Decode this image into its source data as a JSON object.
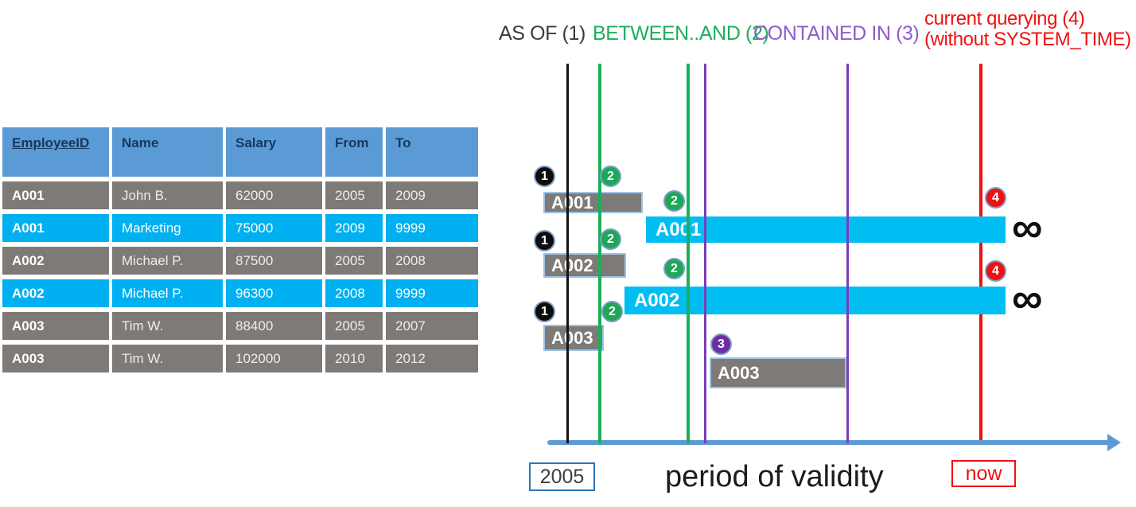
{
  "table": {
    "headers": [
      "EmployeeID",
      "Name",
      "Salary",
      "From",
      "To"
    ],
    "rows": [
      [
        "A001",
        "John B.",
        "62000",
        "2005",
        "2009"
      ],
      [
        "A001",
        "Marketing",
        "75000",
        "2009",
        "9999"
      ],
      [
        "A002",
        "Michael P.",
        "87500",
        "2005",
        "2008"
      ],
      [
        "A002",
        "Michael P.",
        "96300",
        "2008",
        "9999"
      ],
      [
        "A003",
        "Tim W.",
        "88400",
        "2005",
        "2007"
      ],
      [
        "A003",
        "Tim W.",
        "102000",
        "2010",
        "2012"
      ]
    ],
    "row_styles": [
      "gray",
      "cyan",
      "gray",
      "cyan",
      "gray",
      "gray"
    ]
  },
  "legend": {
    "as_of": "AS OF (1)",
    "between_and": "BETWEEN..AND (2)",
    "contained_in": "CONTAINED IN (3)",
    "current_querying_line1": "current querying (4)",
    "current_querying_line2": "(without SYSTEM_TIME)"
  },
  "diagram": {
    "bars": [
      {
        "label": "A001",
        "style": "gray"
      },
      {
        "label": "A001",
        "style": "cyan"
      },
      {
        "label": "A002",
        "style": "gray"
      },
      {
        "label": "A002",
        "style": "cyan"
      },
      {
        "label": "A003",
        "style": "gray"
      },
      {
        "label": "A003",
        "style": "gray"
      }
    ],
    "markers": [
      {
        "label": "1",
        "type": "as-of"
      },
      {
        "label": "2",
        "type": "between-and"
      },
      {
        "label": "2",
        "type": "between-and"
      },
      {
        "label": "1",
        "type": "as-of"
      },
      {
        "label": "2",
        "type": "between-and"
      },
      {
        "label": "2",
        "type": "between-and"
      },
      {
        "label": "1",
        "type": "as-of"
      },
      {
        "label": "2",
        "type": "between-and"
      },
      {
        "label": "3",
        "type": "contained-in"
      },
      {
        "label": "4",
        "type": "current-querying"
      },
      {
        "label": "4",
        "type": "current-querying"
      }
    ],
    "infinity_top": "∞",
    "infinity_bottom": "∞",
    "axis_start_label": "2005",
    "axis_title": "period of validity",
    "now_label": "now"
  },
  "colors": {
    "header_blue": "#5B9BD5",
    "header_text": "#17375E",
    "row_gray": "#7E7A77",
    "row_cyan": "#00B0F0",
    "bar_gray": "#7E7A77",
    "bar_border": "#9DC3E6",
    "bar_cyan": "#00BEF2",
    "line_black": "#141414",
    "line_green": "#1CAF5A",
    "line_purple": "#7A3DB8",
    "text_purple": "#8E5BC9",
    "line_red": "#EE1111",
    "circle_green": "#1EA757",
    "circle_purple": "#6C2DA4",
    "axis_blue": "#5B9BD5",
    "box_blue": "#2E75B6",
    "ring": "#7B9EC7"
  }
}
